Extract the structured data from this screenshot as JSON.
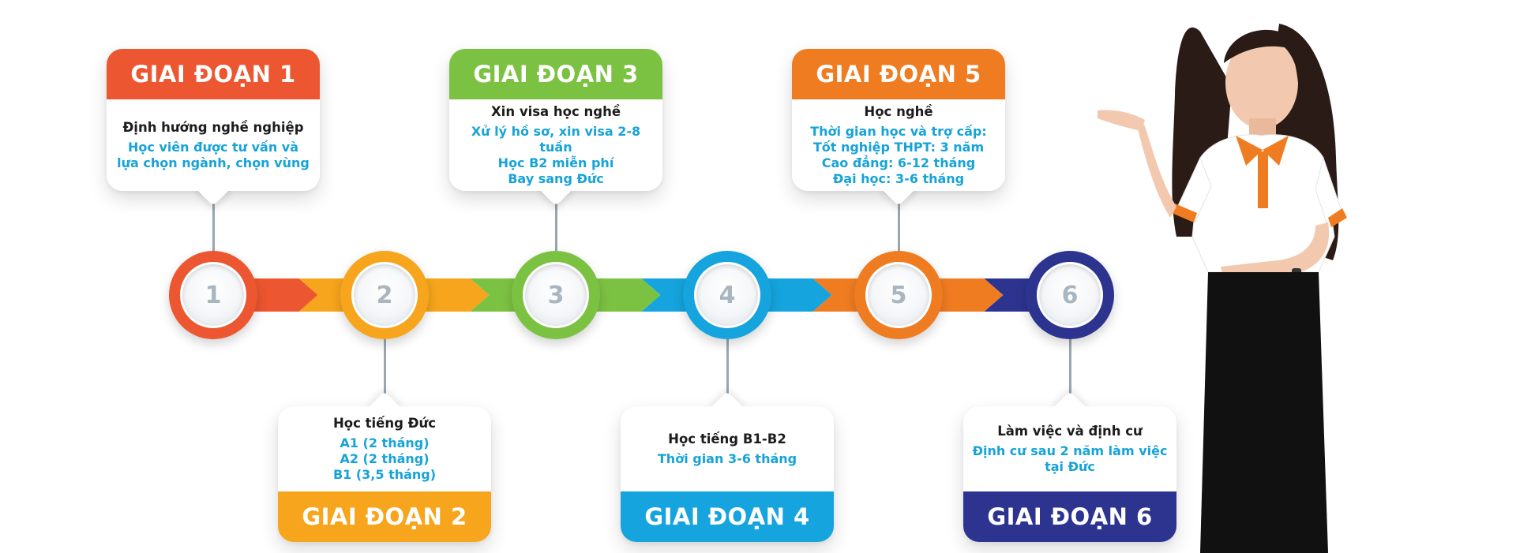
{
  "stages": [
    {
      "title": "GIAI ĐOẠN 1",
      "subtitle": "Định hướng nghề nghiệp",
      "lines": [
        "Học viên được tư vấn và",
        "lựa chọn ngành, chọn vùng"
      ],
      "number": "1",
      "color": "#ec5630",
      "position": "top"
    },
    {
      "title": "GIAI ĐOẠN 2",
      "subtitle": "Học tiếng Đức",
      "lines": [
        "A1 (2 tháng)",
        "A2 (2 tháng)",
        "B1 (3,5 tháng)"
      ],
      "number": "2",
      "color": "#f6a51c",
      "position": "bottom"
    },
    {
      "title": "GIAI ĐOẠN 3",
      "subtitle": "Xin visa học nghề",
      "lines": [
        "Xử lý hồ sơ, xin visa 2-8 tuần",
        "Học B2 miễn phí",
        "Bay sang Đức"
      ],
      "number": "3",
      "color": "#7cc242",
      "position": "top"
    },
    {
      "title": "GIAI ĐOẠN 4",
      "subtitle": "Học tiếng B1-B2",
      "lines": [
        "Thời gian 3-6 tháng"
      ],
      "number": "4",
      "color": "#15a4de",
      "position": "bottom"
    },
    {
      "title": "GIAI ĐOẠN 5",
      "subtitle": "Học nghề",
      "lines": [
        "Thời gian học và trợ cấp:",
        "Tốt nghiệp THPT: 3 năm",
        "Cao đẳng: 6-12 tháng",
        "Đại học: 3-6 tháng"
      ],
      "number": "5",
      "color": "#f07c22",
      "position": "top"
    },
    {
      "title": "GIAI ĐOẠN 6",
      "subtitle": "Làm việc và định cư",
      "lines": [
        "Định cư sau 2 năm làm việc",
        "tại Đức"
      ],
      "number": "6",
      "color": "#2d3490",
      "position": "bottom"
    }
  ],
  "colors": {
    "connector": "#9aa7b0",
    "description_text": "#16a3d8",
    "subtitle_text": "#1c1c1c",
    "shirt_orange": "#f07c22",
    "skirt": "#111111"
  }
}
